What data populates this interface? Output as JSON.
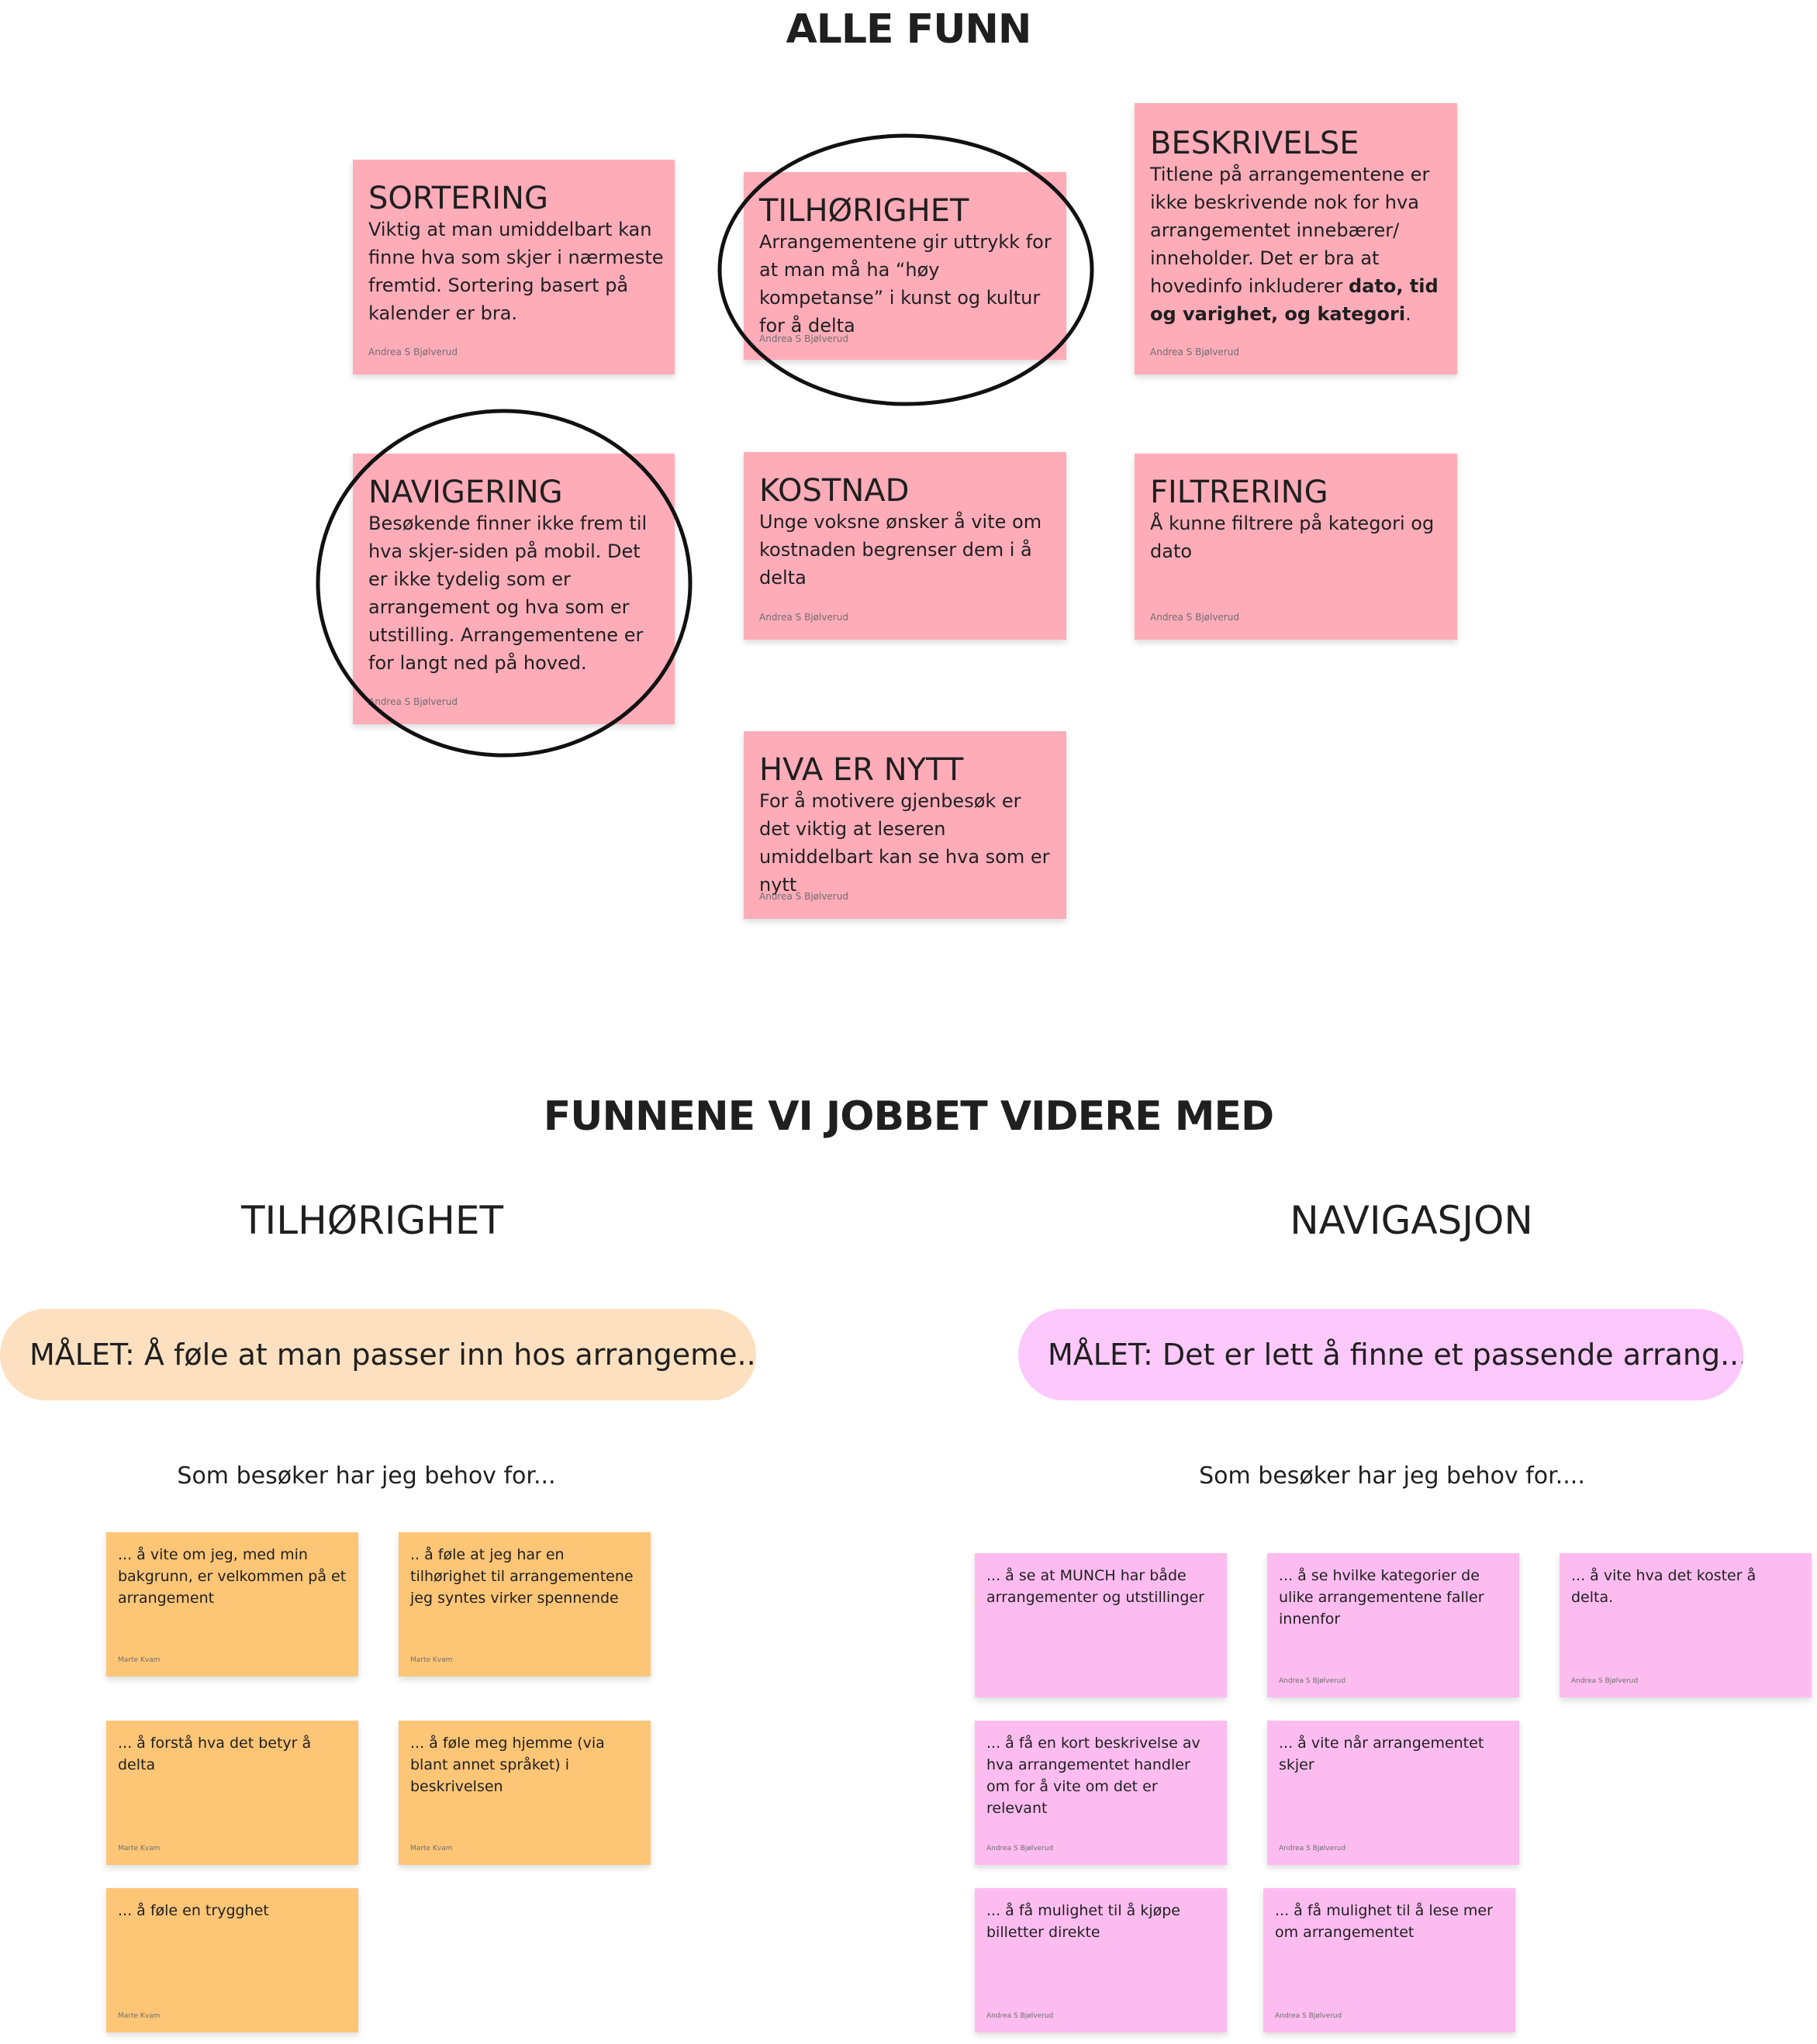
{
  "heading_all": "ALLE FUNN",
  "heading_further": "FUNNENE VI JOBBET VIDERE MED",
  "findings": [
    {
      "title": "SORTERING",
      "body": "Viktig at man umiddelbart kan finne hva som skjer i nærmeste fremtid. Sortering basert på kalender er bra.",
      "author": "Andrea S Bjølverud",
      "highlighted": false
    },
    {
      "title": "TILHØRIGHET",
      "body": "Arrangementene gir uttrykk for at man må ha “høy kompetanse” i kunst og kultur for å delta",
      "author": "Andrea S Bjølverud",
      "highlighted": true
    },
    {
      "title": "BESKRIVELSE",
      "body_plain": "Titlene på arrangementene er ikke beskrivende nok for hva arrangementet innebærer/ inneholder. Det er bra at hovedinfo inkluderer ",
      "body_bold": "dato, tid og varighet, og kategori",
      "body_end": ".",
      "author": "Andrea S Bjølverud",
      "highlighted": false
    },
    {
      "title": "NAVIGERING",
      "body": "Besøkende finner ikke frem til hva skjer-siden på mobil. Det er ikke tydelig som er arrangement og hva som er utstilling. Arrangementene er for langt ned på hoved.",
      "author": "Andrea S Bjølverud",
      "highlighted": true
    },
    {
      "title": "KOSTNAD",
      "body": "Unge voksne ønsker å vite om kostnaden begrenser dem i å delta",
      "author": "Andrea S Bjølverud",
      "highlighted": false
    },
    {
      "title": "FILTRERING",
      "body": "Å kunne filtrere på kategori og dato",
      "author": "Andrea S Bjølverud",
      "highlighted": false
    },
    {
      "title": "HVA ER NYTT",
      "body": "For å motivere gjenbesøk er det viktig at leseren umiddelbart kan se hva som er nytt",
      "author": "Andrea S Bjølverud",
      "highlighted": false
    }
  ],
  "left": {
    "title": "TILHØRIGHET",
    "goal": "MÅLET: Å føle at man passer inn hos arrangeme...",
    "need_intro": "Som besøker har jeg behov for...",
    "notes": [
      {
        "text": "... å vite om jeg, med min bakgrunn, er velkommen på et arrangement",
        "author": "Marte Kvam"
      },
      {
        "text": ".. å føle at jeg har en tilhørighet til arrangementene jeg syntes virker spennende",
        "author": "Marte Kvam"
      },
      {
        "text": "... å forstå hva det betyr å delta",
        "author": "Marte Kvam"
      },
      {
        "text": "... å føle meg hjemme (via blant annet språket) i beskrivelsen",
        "author": "Marte Kvam"
      },
      {
        "text": "... å føle en trygghet",
        "author": "Marte Kvam"
      }
    ]
  },
  "right": {
    "title": "NAVIGASJON",
    "goal": "MÅLET: Det er lett å finne et passende arrang...",
    "need_intro": "Som besøker har jeg behov for....",
    "notes": [
      {
        "text": "... å se at MUNCH har både arrangementer og utstillinger",
        "author": ""
      },
      {
        "text": "... å se hvilke kategorier de ulike arrangementene faller innenfor",
        "author": "Andrea S Bjølverud"
      },
      {
        "text": "... å vite hva det koster å delta.",
        "author": "Andrea S Bjølverud"
      },
      {
        "text": "... å få en kort beskrivelse av hva arrangementet handler om for å vite om det er relevant",
        "author": "Andrea S Bjølverud"
      },
      {
        "text": "... å vite når arrangementet skjer",
        "author": "Andrea S Bjølverud"
      },
      {
        "text": "... å få mulighet til å kjøpe billetter direkte",
        "author": "Andrea S Bjølverud"
      },
      {
        "text": "... å få mulighet til å lese mer om arrangementet",
        "author": "Andrea S Bjølverud"
      }
    ]
  },
  "colors": {
    "finding_note": "#ffacb9",
    "belonging_note": "#fdc576",
    "navigation_note": "#fdbcf0",
    "belonging_goal": "#fde0bf",
    "navigation_goal": "#fdc8fb"
  }
}
